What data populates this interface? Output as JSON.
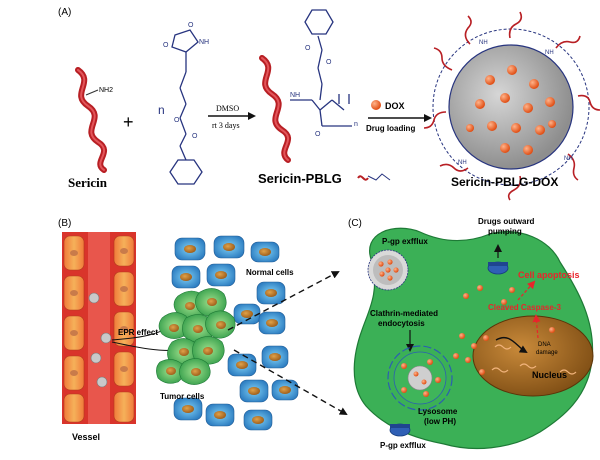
{
  "panels": {
    "a": {
      "label": "(A)",
      "sericin": "Sericin",
      "nh2": "NH2",
      "plus": "+",
      "n": "n",
      "o": "O",
      "nh": "NH",
      "cond_top": "DMSO",
      "cond_bottom": "rt 3 days",
      "sericin_pblg": "Sericin-PBLG",
      "dox": "DOX",
      "drug_loading": "Drug loading",
      "sericin_pblg_dox": "Sericin-PBLG-DOX"
    },
    "b": {
      "label": "(B)",
      "epr_effect": "EPR effect",
      "normal_cells": "Normal cells",
      "tumor_cells": "Tumor cells",
      "vessel": "Vessel"
    },
    "c": {
      "label": "(C)",
      "pgp_top": "P-gp exfflux",
      "drugs_outward_1": "Drugs outward",
      "drugs_outward_2": "pumping",
      "cell_apoptosis": "Cell apoptosis",
      "cleaved_caspase": "Cleaved Caspase-3",
      "clathrin_1": "Clathrin-mediated",
      "clathrin_2": "endocytosis",
      "dna_1": "DNA",
      "dna_2": "damage",
      "nucleus": "Nucleus",
      "lysosome_1": "Lysosome",
      "lysosome_2": "(low PH)",
      "pgp_bottom": "P-gp exfflux"
    }
  },
  "colors": {
    "sericin_red": "#b81f24",
    "pblg_blue": "#27347f",
    "dox_orange": "#f26a2e",
    "cell_green": "#32a852",
    "normal_blue": "#2f86c9",
    "nucleus_brown": "#8a5a1e",
    "vessel_red": "#d9342b",
    "vessel_orange": "#f39a3a",
    "apoptosis_red": "#e8252b"
  }
}
